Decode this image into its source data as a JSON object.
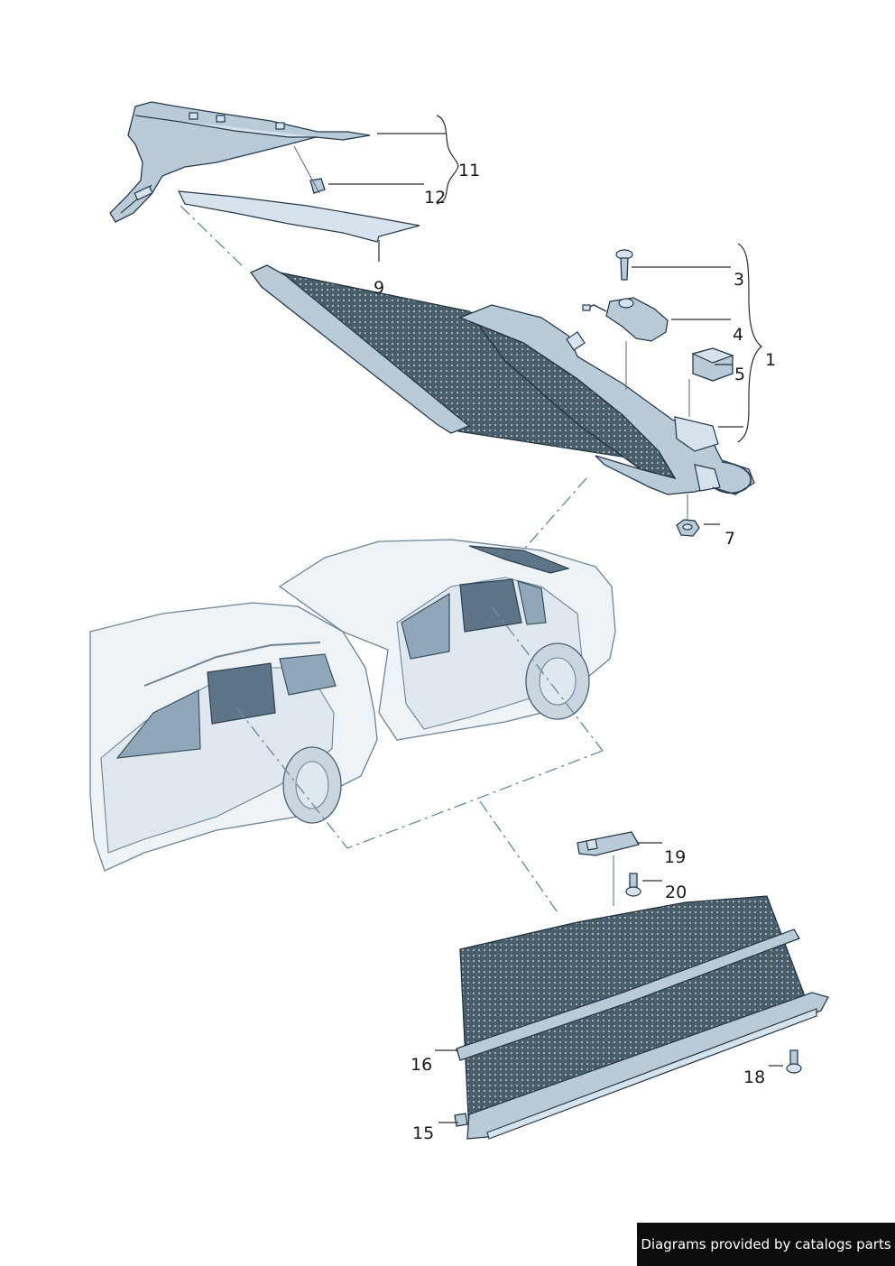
{
  "callouts": {
    "c1": "1",
    "c3": "3",
    "c4": "4",
    "c5": "5",
    "c7": "7",
    "c9": "9",
    "c11": "11",
    "c12": "12",
    "c15": "15",
    "c16": "16",
    "c18": "18",
    "c19": "19",
    "c20": "20"
  },
  "footer": {
    "credit": "Diagrams provided by catalogs parts"
  },
  "colors": {
    "part_fill": "#b9cbd8",
    "outline": "#27394a",
    "mesh": "#3d4f5d",
    "footer_bg": "#0d0d0d"
  }
}
